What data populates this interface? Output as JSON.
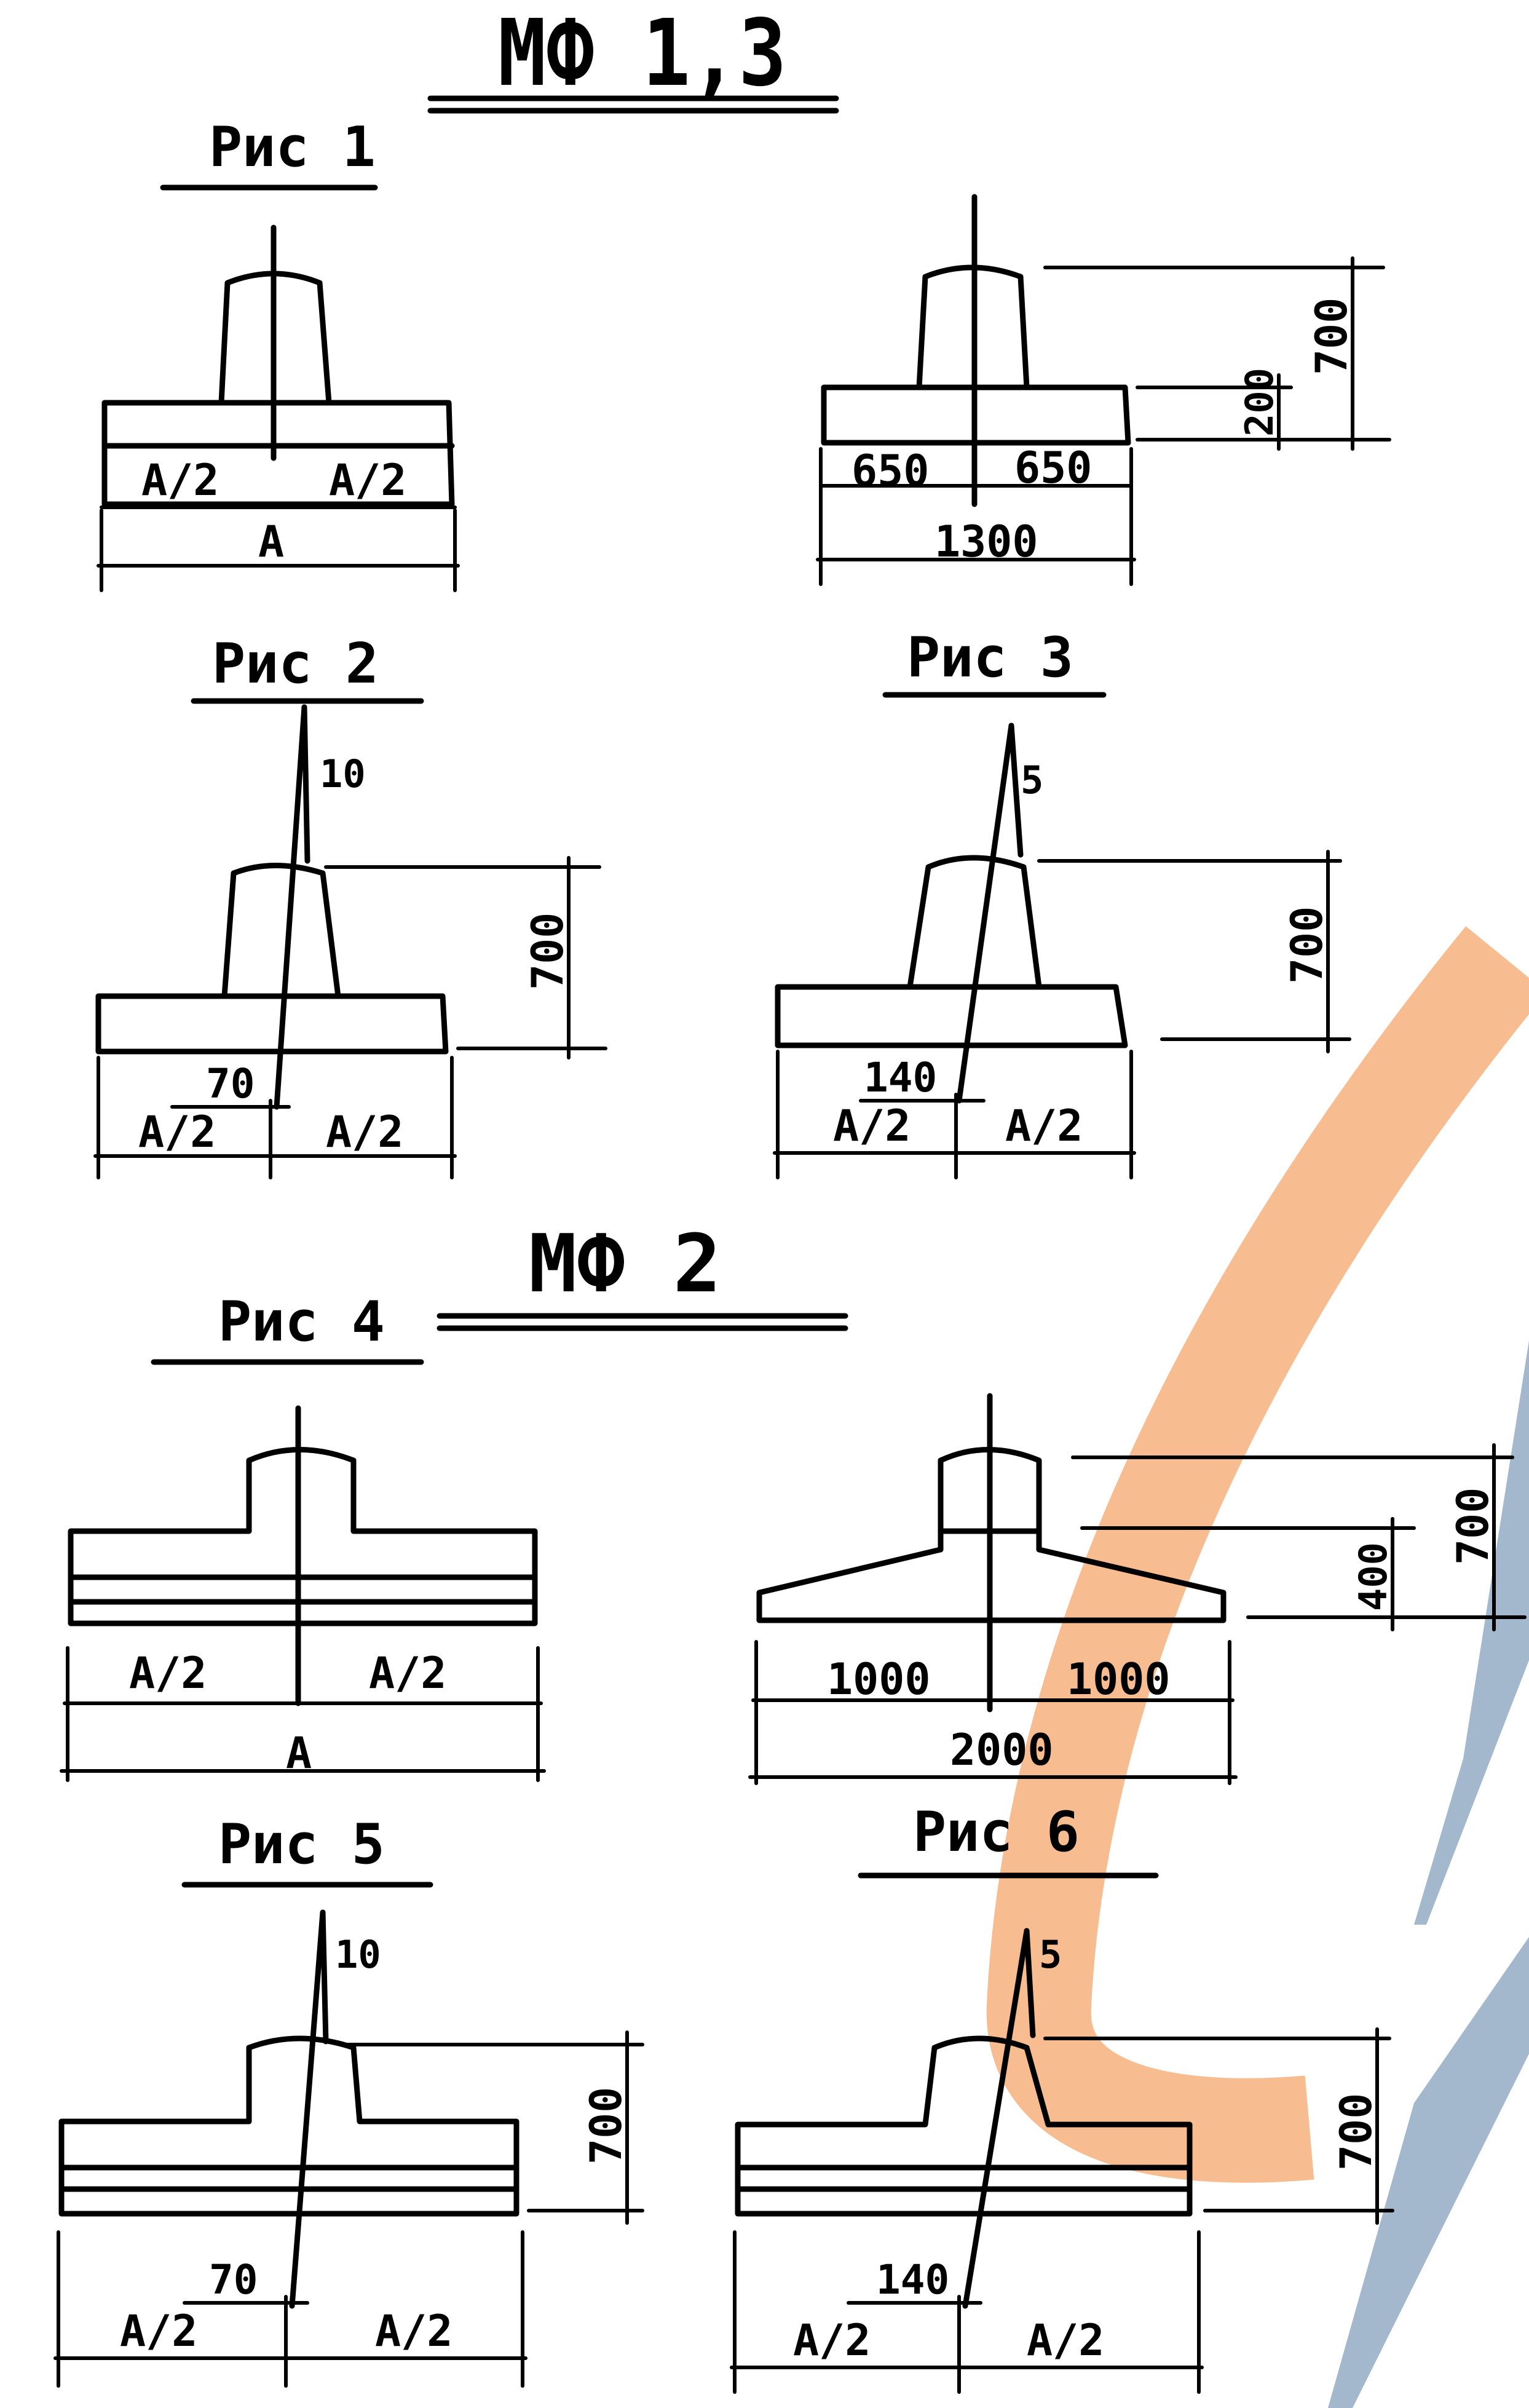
{
  "titles": {
    "mf13": "МФ 1,3",
    "mf2": "МФ 2"
  },
  "figures": {
    "fig1": "Рис 1",
    "fig2": "Рис 2",
    "fig3": "Рис 3",
    "fig4": "Рис 4",
    "fig5": "Рис 5",
    "fig6": "Рис 6"
  },
  "dimensions": {
    "a_half": "A/2",
    "a": "A",
    "v650": "650",
    "v1300": "1300",
    "v700": "700",
    "v200": "200",
    "v10": "10",
    "v5": "5",
    "v70": "70",
    "v140": "140",
    "v1000": "1000",
    "v2000": "2000",
    "v400": "400"
  },
  "watermark": {
    "colors": {
      "orange": "#F7B98A",
      "blue": "#9AB0C8"
    }
  }
}
